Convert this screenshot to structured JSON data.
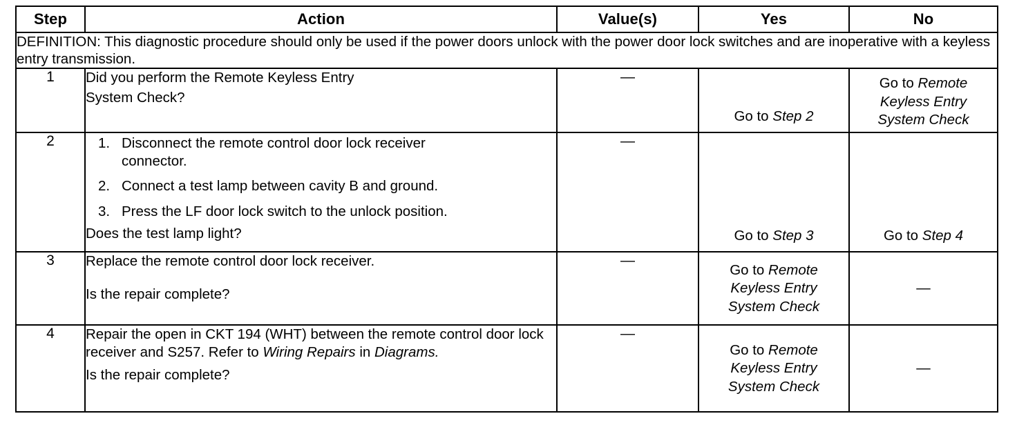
{
  "table": {
    "headers": {
      "step": "Step",
      "action": "Action",
      "values": "Value(s)",
      "yes": "Yes",
      "no": "No"
    },
    "definition": {
      "label": "DEFINITION:",
      "text": "This diagnostic procedure should only be used if the power doors unlock with the power door lock switches and are inoperative with a keyless entry transmission.",
      "full": "DEFINITION: This diagnostic procedure should only be used if the power doors unlock with the power door lock switches and are inoperative with a keyless entry transmission."
    },
    "dash": "—",
    "rows": [
      {
        "step": "1",
        "action_lines": [
          "Did you perform the Remote Keyless Entry",
          "System Check?"
        ],
        "value": "—",
        "yes": {
          "prefix": "Go to ",
          "ref": "Step 2"
        },
        "no": {
          "prefix": "Go to ",
          "ref_lines": [
            "Remote",
            "Keyless Entry",
            "System Check"
          ]
        }
      },
      {
        "step": "2",
        "list": [
          {
            "marker": "1.",
            "text_lines": [
              "Disconnect the remote control door lock receiver",
              "connector."
            ]
          },
          {
            "marker": "2.",
            "text_lines": [
              "Connect a test lamp between cavity B and ground."
            ]
          },
          {
            "marker": "3.",
            "text_lines": [
              "Press the LF door lock switch to the unlock position."
            ]
          }
        ],
        "question": "Does the test lamp light?",
        "value": "—",
        "yes": {
          "prefix": "Go to ",
          "ref": "Step 3"
        },
        "no": {
          "prefix": "Go to ",
          "ref": "Step 4"
        }
      },
      {
        "step": "3",
        "action_lines": [
          "Replace the remote control door lock receiver."
        ],
        "question": "Is the repair complete?",
        "value": "—",
        "yes": {
          "prefix": "Go to ",
          "ref_lines": [
            "Remote",
            "Keyless Entry",
            "System Check"
          ]
        },
        "no": {
          "dash": "—"
        }
      },
      {
        "step": "4",
        "action_rich": {
          "part1": "Repair the open in CKT 194 (WHT) between the remote control door lock receiver and S257. Refer to ",
          "italic1": "Wiring Repairs",
          "part2": " in ",
          "italic2": "Diagrams."
        },
        "question": "Is the repair complete?",
        "value": "—",
        "yes": {
          "prefix": "Go to ",
          "ref_lines": [
            "Remote",
            "Keyless Entry",
            "System Check"
          ]
        },
        "no": {
          "dash": "—"
        }
      }
    ]
  }
}
